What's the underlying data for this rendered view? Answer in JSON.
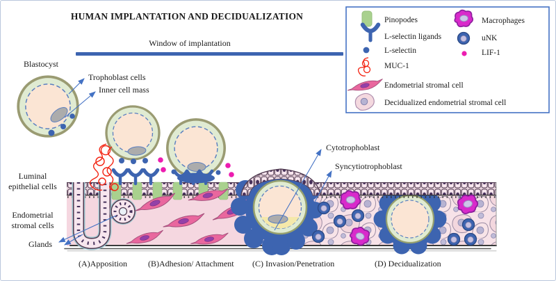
{
  "figure": {
    "title": "HUMAN IMPLANTATION AND DECIDUALIZATION",
    "window_label": "Window of implantation"
  },
  "legend": {
    "left": [
      {
        "label": "Pinopodes",
        "icon": "pinopode-icon"
      },
      {
        "label": "L-selectin ligands",
        "icon": "l-selectin-ligand-icon"
      },
      {
        "label": "L-selectin",
        "icon": "l-selectin-icon"
      },
      {
        "label": "MUC-1",
        "icon": "muc-1-icon"
      },
      {
        "label": "Endometrial stromal cell",
        "icon": "endometrial-stromal-cell-icon"
      },
      {
        "label": "Decidualized endometrial stromal cell",
        "icon": "decidualized-stromal-cell-icon"
      }
    ],
    "right": [
      {
        "label": "Macrophages",
        "icon": "macrophage-icon"
      },
      {
        "label": "uNK",
        "icon": "unk-cell-icon"
      },
      {
        "label": "LIF-1",
        "icon": "lif1-icon"
      }
    ]
  },
  "annotations": {
    "blastocyst": "Blastocyst",
    "trophoblast_cells": "Trophoblast cells",
    "inner_cell_mass": "Inner cell mass",
    "luminal_line1": "Luminal",
    "luminal_line2": "epithelial cells",
    "stromal_line1": "Endometrial",
    "stromal_line2": "stromal cells",
    "glands": "Glands",
    "cytotrophoblast": "Cytotrophoblast",
    "syncytiotrophoblast": "Syncytiotrophoblast"
  },
  "stages": [
    {
      "label": "(A)Apposition"
    },
    {
      "label": "(B)Adhesion/ Attachment"
    },
    {
      "label": "(C) Invasion/Penetration"
    },
    {
      "label": "(D) Decidualization"
    }
  ],
  "colors": {
    "accent_blue": "#3D64B0",
    "legend_border": "#4472C4",
    "pinopode_green": "#A9D18E",
    "muc1_red": "#F3210F",
    "lif1_magenta": "#EC1DB0",
    "macrophage_magenta": "#D92ACB",
    "stroma_pink": "#F5D7E0",
    "blastocyst_peach": "#FBE5D4",
    "trophectoderm_green": "#E0EBD2"
  }
}
